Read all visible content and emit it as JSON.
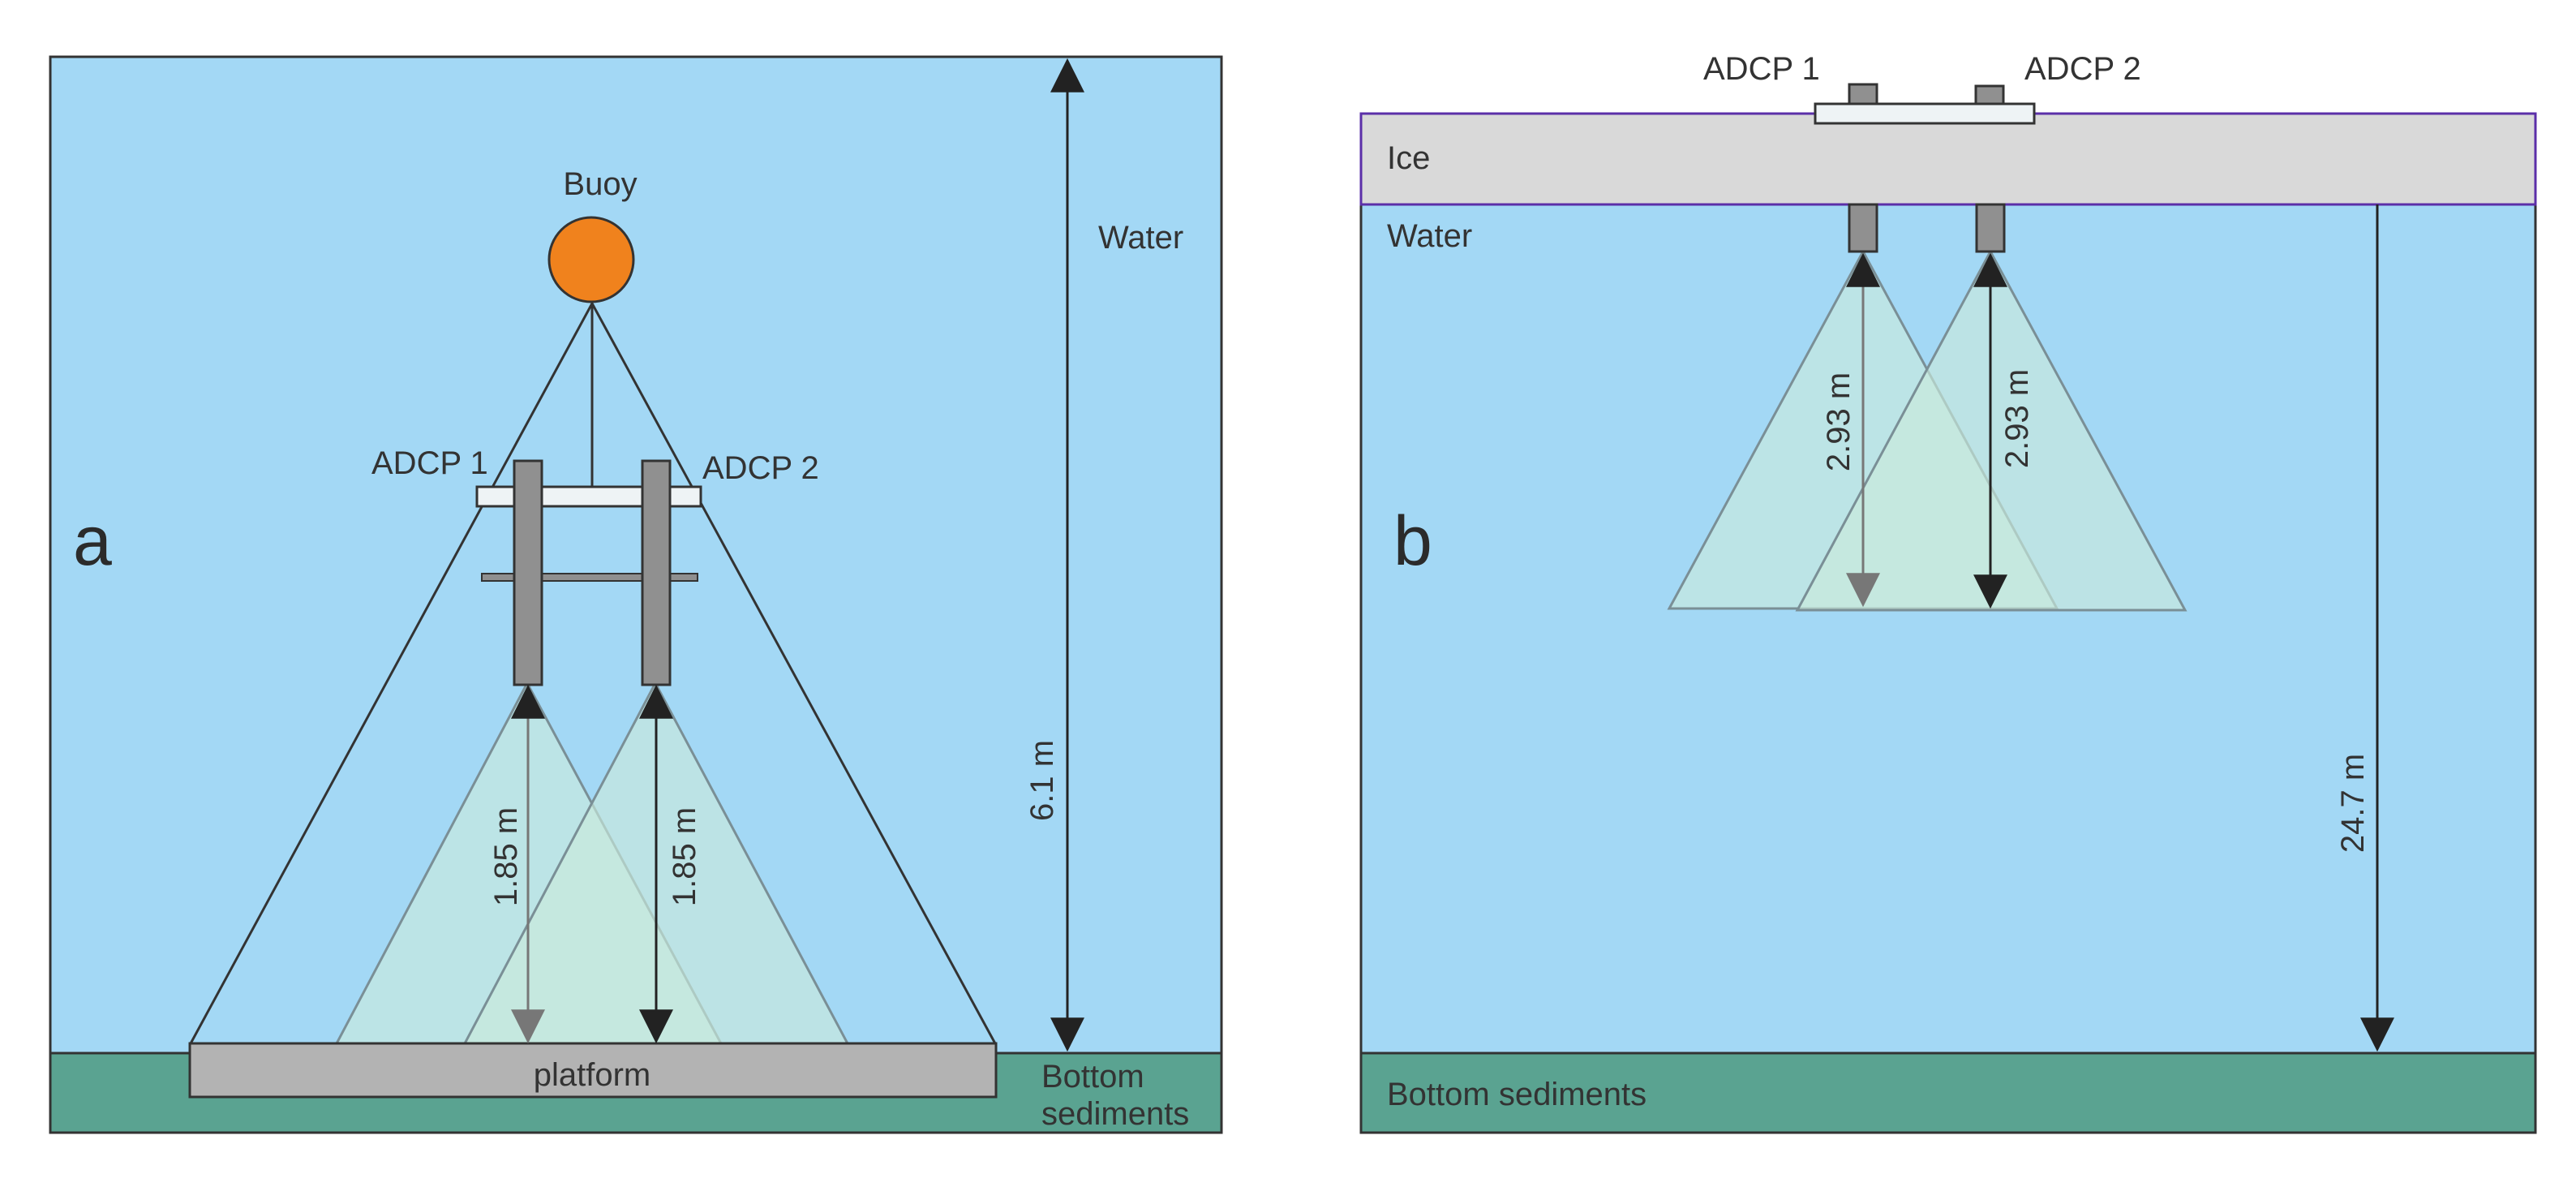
{
  "colors": {
    "water": "#a3d8f5",
    "sediment": "#5aa391",
    "ice": "#d9d9d9",
    "ice_border": "#5b2fa8",
    "buoy": "#f0821d",
    "platform": "#b3b3b3",
    "adcp": "#909090",
    "beam": "#c4e8e0",
    "beam_overlap": "#d7ead5",
    "outline": "#333333",
    "arrow_dark": "#222222",
    "arrow_grey": "#777777"
  },
  "panel_a": {
    "letter": "a",
    "buoy_label": "Buoy",
    "adcp1_label": "ADCP 1",
    "adcp2_label": "ADCP 2",
    "water_label": "Water",
    "depth_label": "6.1 m",
    "range1_label": "1.85 m",
    "range2_label": "1.85 m",
    "platform_label": "platform",
    "sediment_label_line1": "Bottom",
    "sediment_label_line2": "sediments"
  },
  "panel_b": {
    "letter": "b",
    "adcp1_label": "ADCP 1",
    "adcp2_label": "ADCP 2",
    "ice_label": "Ice",
    "water_label": "Water",
    "range1_label": "2.93 m",
    "range2_label": "2.93 m",
    "depth_label": "24.7 m",
    "sediment_label": "Bottom sediments"
  }
}
